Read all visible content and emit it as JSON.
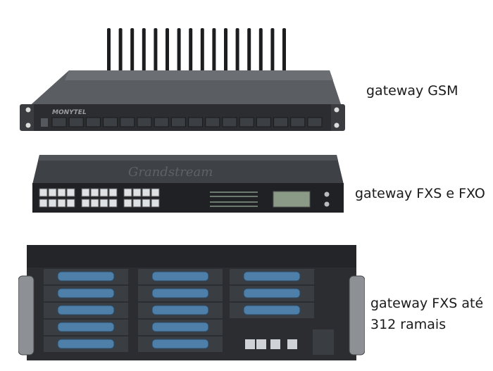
{
  "devices": [
    {
      "id": "gsm",
      "brand_label": "MONYTEL",
      "caption_lines": [
        "gateway GSM"
      ],
      "antenna_count": 16,
      "slot_count": 16
    },
    {
      "id": "fxs-fxo",
      "brand_label": "Grandstream",
      "caption_lines": [
        "gateway FXS e FXO"
      ],
      "rj11_port_count": 24
    },
    {
      "id": "fxs-312",
      "caption_lines": [
        "gateway FXS até",
        "312 ramais"
      ],
      "connector_rows": 5
    }
  ],
  "colors": {
    "chassis_dark": "#2b2d30",
    "chassis_mid": "#45484c",
    "connector_blue": "#4d7fa8",
    "lcd_green": "#8a9a86"
  }
}
